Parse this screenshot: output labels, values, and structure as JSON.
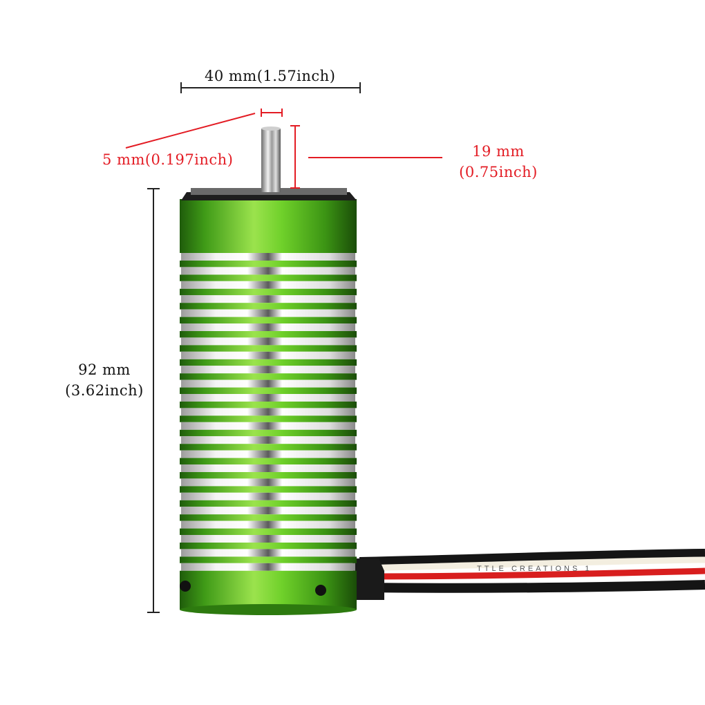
{
  "dimensions": {
    "diameter": {
      "value": "40 mm(1.57inch)",
      "color": "#111111"
    },
    "shaft_diameter": {
      "value": "5 mm(0.197inch)",
      "color": "#e31b23"
    },
    "shaft_length": {
      "value_mm": "19 mm",
      "value_inch": "(0.75inch)",
      "color": "#e31b23"
    },
    "length": {
      "value_mm": "92 mm",
      "value_inch": "(3.62inch)",
      "color": "#111111"
    }
  },
  "motor": {
    "body_color": "#3fa61a",
    "fin_color": "#d8d8d8",
    "cable_colors": [
      "#111111",
      "#d81e1e",
      "#111111"
    ],
    "cable_print": "TTLE CREATIONS 1"
  }
}
